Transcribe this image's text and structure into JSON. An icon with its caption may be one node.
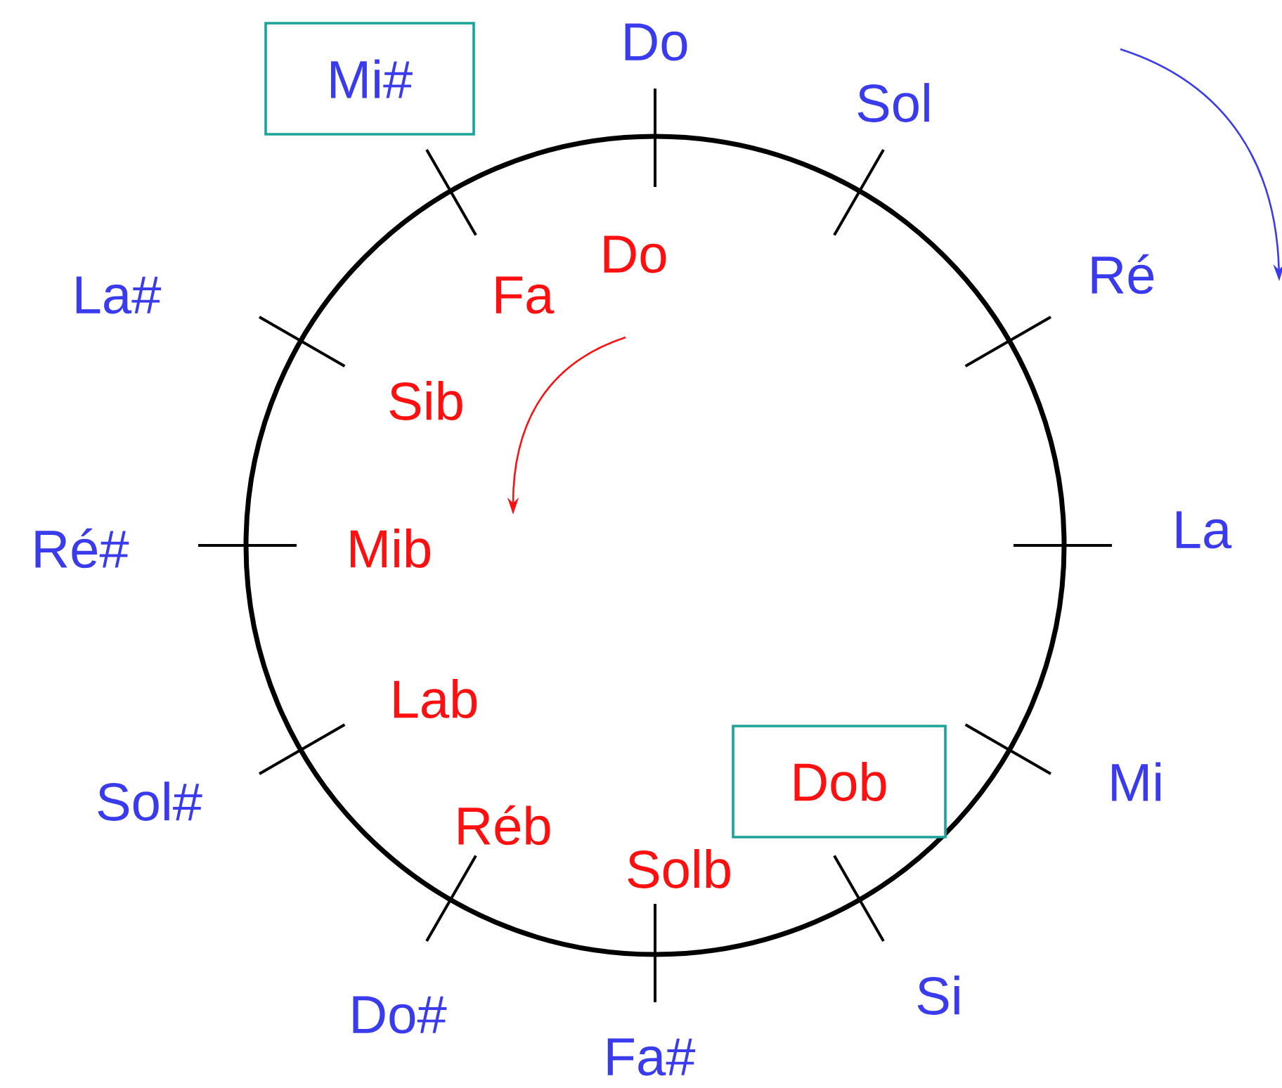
{
  "diagram": {
    "nodes": [
      {
        "text": [
          "Mi#"
        ]
      },
      {
        "text": [
          "Dob"
        ]
      }
    ],
    "labels": [
      "Do",
      "Sol",
      "Do",
      "Fa",
      "Ré",
      "La#",
      "Sib",
      "Ré#",
      "Mib",
      "La",
      "Lab",
      "Mi",
      "Sol#",
      "Réb",
      "Solb",
      "Si",
      "Do#",
      "Fa#"
    ]
  }
}
